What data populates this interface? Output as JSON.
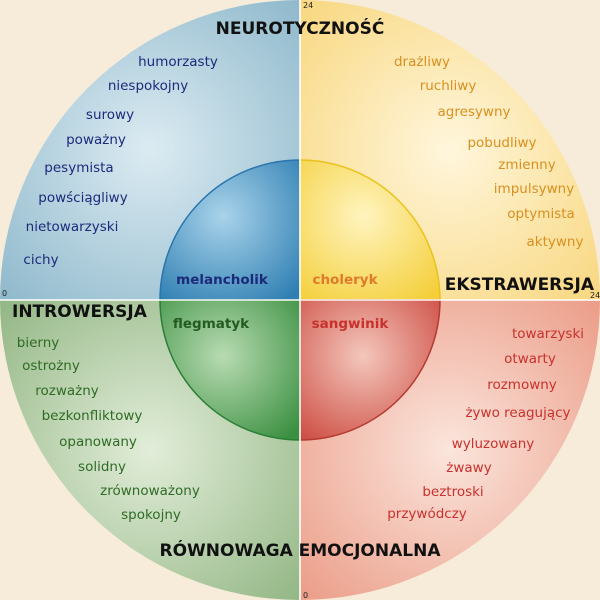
{
  "axes": {
    "top": "NEUROTYCZNOŚĆ",
    "bottom": "RÓWNOWAGA EMOCJONALNA",
    "left": "INTROWERSJA",
    "right": "EKSTRAWERSJA",
    "ticks": {
      "top": "24",
      "bottom": "0",
      "left": "0",
      "right": "24"
    }
  },
  "quadrants": {
    "melancholic": {
      "temperament": "melancholik",
      "color": "#1d2a7a",
      "fill": "#9fc4d4",
      "inner_fill": "#2f86b8",
      "traits": [
        "humorzasty",
        "niespokojny",
        "surowy",
        "poważny",
        "pesymista",
        "powściągliwy",
        "nietowarzyski",
        "cichy"
      ]
    },
    "choleric": {
      "temperament": "choleryk",
      "color": "#d9901e",
      "fill": "#fbe3a3",
      "inner_fill": "#f2c830",
      "traits": [
        "drażliwy",
        "ruchliwy",
        "agresywny",
        "pobudliwy",
        "zmienny",
        "impulsywny",
        "optymista",
        "aktywny"
      ]
    },
    "phlegmatic": {
      "temperament": "flegmatyk",
      "color": "#2f6b25",
      "fill": "#a9c79c",
      "inner_fill": "#3f9a45",
      "traits": [
        "bierny",
        "ostrożny",
        "rozważny",
        "bezkonfliktowy",
        "opanowany",
        "solidny",
        "zrównoważony",
        "spokojny"
      ]
    },
    "sanguine": {
      "temperament": "sangwinik",
      "color": "#c8322e",
      "fill": "#f1b7a6",
      "inner_fill": "#d9544a",
      "traits": [
        "towarzyski",
        "otwarty",
        "rozmowny",
        "żywo reagujący",
        "wyluzowany",
        "żwawy",
        "beztroski",
        "przywódczy"
      ]
    }
  }
}
